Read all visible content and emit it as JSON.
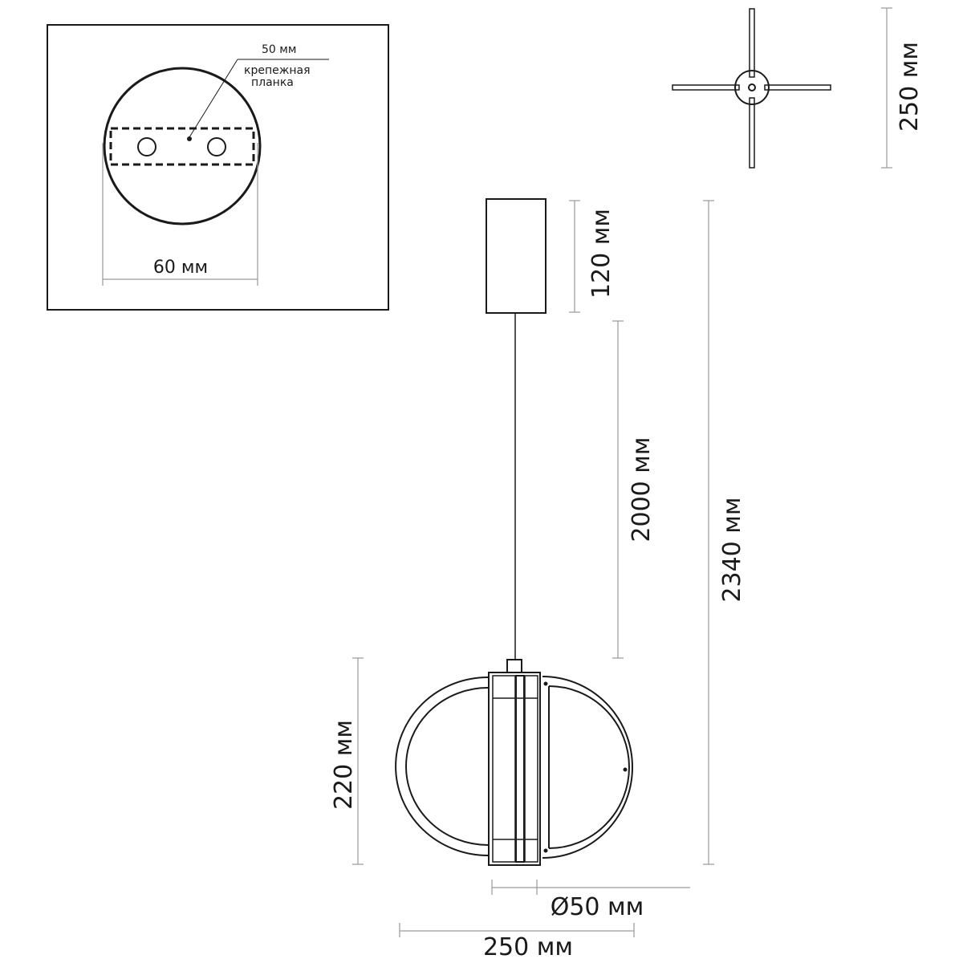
{
  "inset": {
    "label_50": "50 мм",
    "label_plate": "крепежная",
    "label_plate_2": "планка",
    "label_60": "60 мм"
  },
  "dimensions": {
    "canopy_spread": "250 мм",
    "canopy_height": "120 мм",
    "cable_length": "2000 мм",
    "total_height": "2340 мм",
    "lamp_height": "220 мм",
    "core_diameter": "Ø50 мм",
    "lamp_width": "250 мм"
  }
}
